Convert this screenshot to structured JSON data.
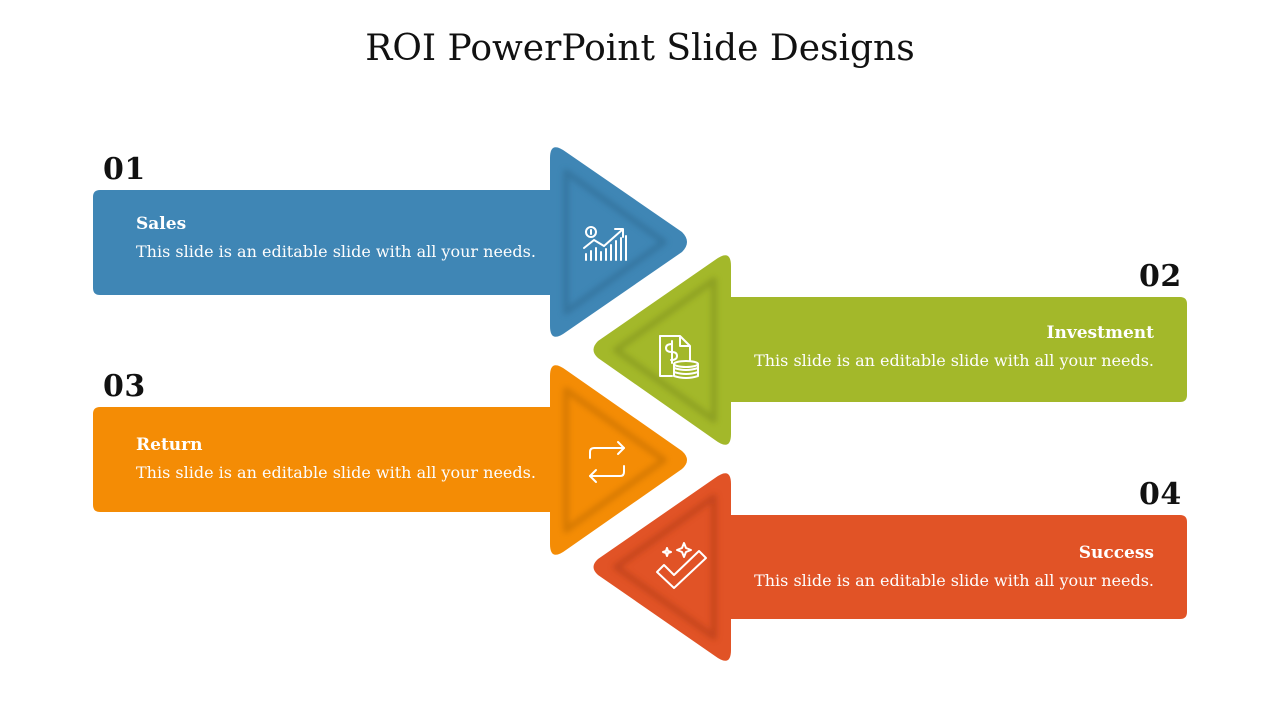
{
  "slide": {
    "title": "ROI PowerPoint Slide Designs"
  },
  "colors": {
    "blue": "#3f86b5",
    "green": "#a3b82a",
    "orange": "#f48c05",
    "red": "#e15326"
  },
  "steps": [
    {
      "number": "01",
      "label": "Sales",
      "description": "This slide is an editable slide with all your needs.",
      "icon": "growth-chart-icon",
      "color": "#3f86b5"
    },
    {
      "number": "02",
      "label": "Investment",
      "description": "This slide is an editable slide with all your needs.",
      "icon": "dollar-document-coins-icon",
      "color": "#a3b82a"
    },
    {
      "number": "03",
      "label": "Return",
      "description": "This slide is an editable slide with all your needs.",
      "icon": "exchange-arrows-icon",
      "color": "#f48c05"
    },
    {
      "number": "04",
      "label": "Success",
      "description": "This slide is an editable slide with all your needs.",
      "icon": "checkmark-sparkle-icon",
      "color": "#e15326"
    }
  ]
}
